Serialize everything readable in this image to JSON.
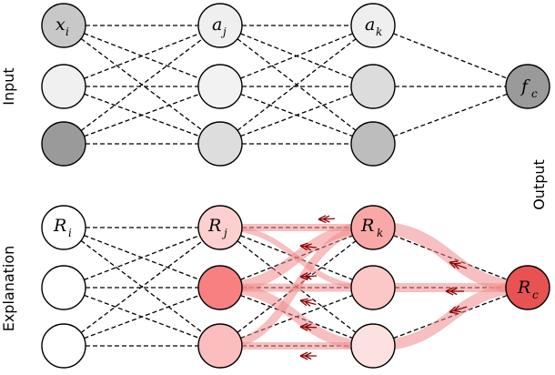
{
  "side_labels": {
    "input": "Input",
    "explanation": "Explanation",
    "output": "Output"
  },
  "input_labels": {
    "x": {
      "base": "x",
      "sub": "i"
    },
    "a_j": {
      "base": "a",
      "sub": "j"
    },
    "a_k": {
      "base": "a",
      "sub": "k"
    },
    "f": {
      "base": "f",
      "sub": "c"
    }
  },
  "explanation_labels": {
    "r_i": {
      "base": "R",
      "sub": "i"
    },
    "r_j": {
      "base": "R",
      "sub": "j"
    },
    "r_k": {
      "base": "R",
      "sub": "k"
    },
    "r_c": {
      "base": "R",
      "sub": "c"
    }
  },
  "colors": {
    "input_nodes": [
      [
        "#c8c8c8",
        "#f0f0f0",
        "#9a9a9a"
      ],
      [
        "#efefef",
        "#f2f2f2",
        "#dddddd"
      ],
      [
        "#efefef",
        "#dcdcdc",
        "#bdbdbd"
      ],
      [
        "#9a9a9a"
      ]
    ],
    "explanation_nodes": [
      [
        "#ffffff",
        "#ffffff",
        "#ffffff"
      ],
      [
        "#fdd0d0",
        "#f78080",
        "#fbbdbd"
      ],
      [
        "#f9a8a8",
        "#fcc7c7",
        "#fde1e1"
      ],
      [
        "#e85252"
      ]
    ],
    "relevance_flow": "#f08a8a",
    "arrow": "#8b0000"
  }
}
